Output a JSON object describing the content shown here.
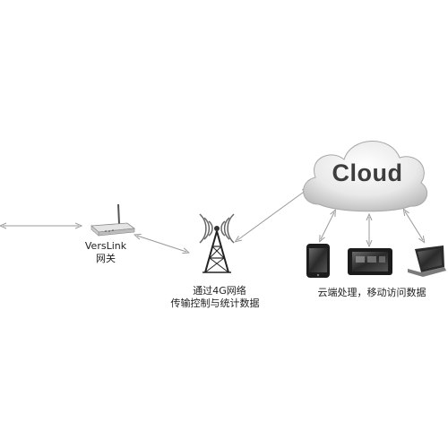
{
  "cloud": {
    "label": "Cloud"
  },
  "router": {
    "name": "VersLink",
    "subtitle": "网关"
  },
  "tower": {
    "line1": "通过4G网络",
    "line2": "传输控制与统计数据"
  },
  "devices": {
    "caption": "云端处理，移动访问数据"
  },
  "icons": [
    "router-icon",
    "cell-tower-icon",
    "cloud-icon",
    "smartphone-icon",
    "tablet-icon",
    "laptop-icon"
  ]
}
